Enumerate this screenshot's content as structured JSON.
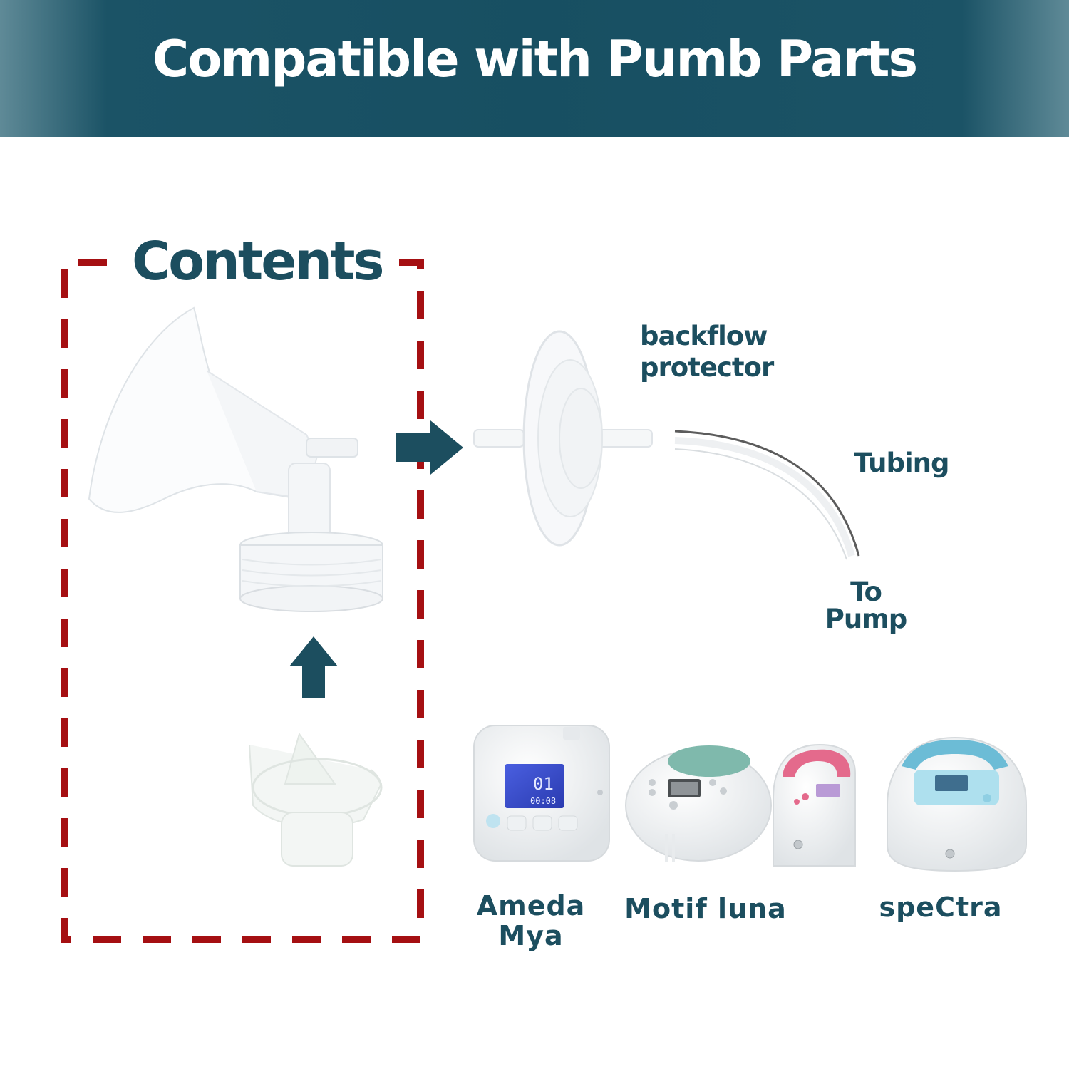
{
  "banner": {
    "title": "Compatible with  Pumb Parts"
  },
  "contents": {
    "title": "Contents"
  },
  "labels": {
    "backflow_line1": "backflow",
    "backflow_line2": "protector",
    "tubing": "Tubing",
    "to_pump_line1": "To",
    "to_pump_line2": "Pump"
  },
  "brands": {
    "ameda_line1": "Ameda",
    "ameda_line2": "Mya",
    "motif": "Motif luna",
    "spectra": "speCtra"
  },
  "colors": {
    "banner": "#174f62",
    "text": "#1c4e5f",
    "dashed_border": "#a50f12",
    "arrow": "#1c4e5f"
  },
  "devices": {
    "ameda_lcd_line1": "01",
    "ameda_lcd_line2": "00:08"
  }
}
